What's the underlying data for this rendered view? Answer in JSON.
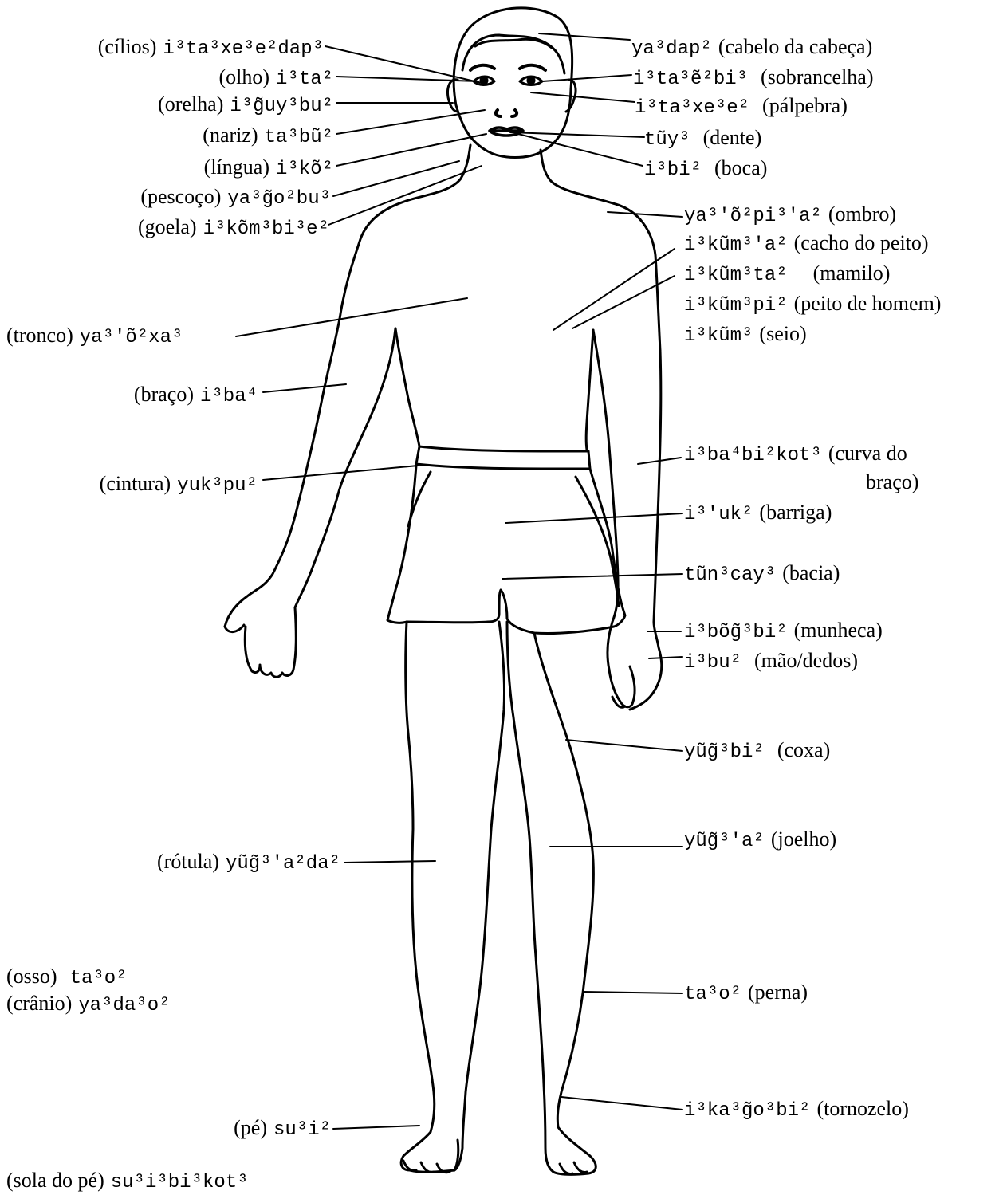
{
  "diagram": {
    "labels": [
      {
        "id": "cilios",
        "gloss": "(cílios)",
        "term": "i³ta³xe³e²dap³"
      },
      {
        "id": "olho",
        "gloss": "(olho)",
        "term": "i³ta²"
      },
      {
        "id": "orelha",
        "gloss": "(orelha)",
        "term": "i³g̃uy³bu²"
      },
      {
        "id": "nariz",
        "gloss": "(nariz)",
        "term": "ta³bũ²"
      },
      {
        "id": "lingua",
        "gloss": "(língua)",
        "term": "i³kõ²"
      },
      {
        "id": "pescoco",
        "gloss": "(pescoço)",
        "term": "ya³g̃o²bu³"
      },
      {
        "id": "goela",
        "gloss": "(goela)",
        "term": "i³kõm³bi³e²"
      },
      {
        "id": "tronco",
        "gloss": "(tronco)",
        "term": "ya³'õ²xa³"
      },
      {
        "id": "braco",
        "gloss": "(braço)",
        "term": "i³ba⁴"
      },
      {
        "id": "cintura",
        "gloss": "(cintura)",
        "term": "yuk³pu²"
      },
      {
        "id": "rotula",
        "gloss": "(rótula)",
        "term": "yũg̃³'a²da²"
      },
      {
        "id": "osso",
        "gloss": "(osso)",
        "term": "ta³o²"
      },
      {
        "id": "cranio",
        "gloss": "(crânio)",
        "term": "ya³da³o²"
      },
      {
        "id": "pe",
        "gloss": "(pé)",
        "term": "su³i²"
      },
      {
        "id": "sola",
        "gloss": "(sola do pé)",
        "term": "su³i³bi³kot³"
      },
      {
        "id": "cabelo",
        "term": "ya³dap²",
        "gloss": "(cabelo da cabeça)"
      },
      {
        "id": "sobrancelha",
        "term": "i³ta³ẽ²bi³",
        "gloss": "(sobrancelha)"
      },
      {
        "id": "palpebra",
        "term": "i³ta³xe³e²",
        "gloss": "(pálpebra)"
      },
      {
        "id": "dente",
        "term": "tũy³",
        "gloss": "(dente)"
      },
      {
        "id": "boca",
        "term": "i³bi²",
        "gloss": "(boca)"
      },
      {
        "id": "ombro",
        "term": "ya³'õ²pi³'a²",
        "gloss": "(ombro)"
      },
      {
        "id": "cacho",
        "term": "i³kũm³'a²",
        "gloss": "(cacho do peito)"
      },
      {
        "id": "mamilo",
        "term": "i³kũm³ta²",
        "gloss": "(mamilo)"
      },
      {
        "id": "peito",
        "term": "i³kũm³pi²",
        "gloss": "(peito de homem)"
      },
      {
        "id": "seio",
        "term": "i³kũm³",
        "gloss": "(seio)"
      },
      {
        "id": "curva",
        "term": "i³ba⁴bi²kot³",
        "gloss": "(curva do"
      },
      {
        "id": "curva2",
        "gloss": "braço)"
      },
      {
        "id": "barriga",
        "term": "i³'uk²",
        "gloss": "(barriga)"
      },
      {
        "id": "bacia",
        "term": "tũn³cay³",
        "gloss": "(bacia)"
      },
      {
        "id": "munheca",
        "term": "i³bõg̃³bi²",
        "gloss": "(munheca)"
      },
      {
        "id": "mao",
        "term": "i³bu²",
        "gloss": "(mão/dedos)"
      },
      {
        "id": "coxa",
        "term": "yũg̃³bi²",
        "gloss": "(coxa)"
      },
      {
        "id": "joelho",
        "term": "yũg̃³'a²",
        "gloss": "(joelho)"
      },
      {
        "id": "perna",
        "term": "ta³o²",
        "gloss": "(perna)"
      },
      {
        "id": "tornozelo",
        "term": "i³ka³g̃o³bi²",
        "gloss": "(tornozelo)"
      }
    ]
  }
}
